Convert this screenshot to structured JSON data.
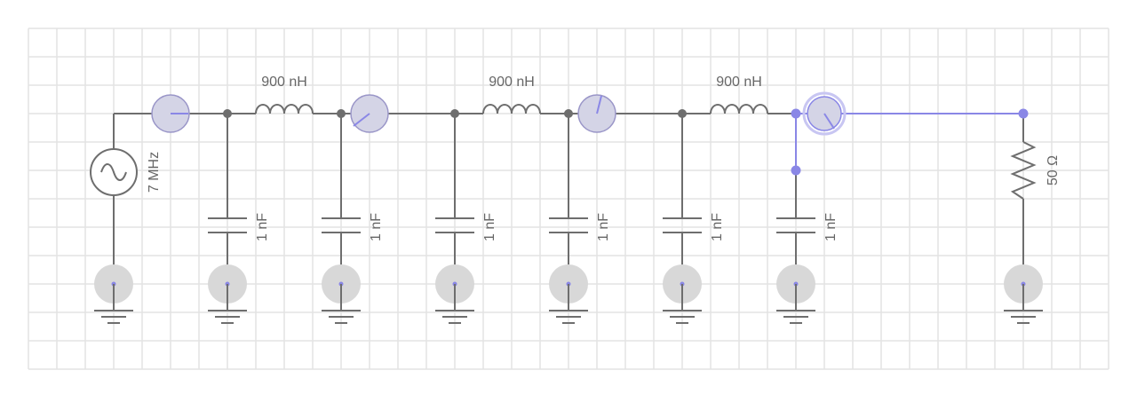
{
  "colors": {
    "background": "#ffffff",
    "grid": "#e3e3e3",
    "wire": "#6e6e6e",
    "wire_active": "#8a87e6",
    "node": "#6e6e6e",
    "node_active": "#8a87e6",
    "probe_fill": "#d8d8d8",
    "meter_fill": "#d4d4e6",
    "meter_stroke": "#9a96c8",
    "label": "#666666"
  },
  "source": {
    "label": "7 MHz",
    "icon": "ac-sine-icon"
  },
  "inductors": [
    {
      "label": "900 nH"
    },
    {
      "label": "900 nH"
    },
    {
      "label": "900 nH"
    }
  ],
  "capacitors": [
    {
      "label": "1 nF"
    },
    {
      "label": "1 nF"
    },
    {
      "label": "1 nF"
    },
    {
      "label": "1 nF"
    },
    {
      "label": "1 nF"
    },
    {
      "label": "1 nF"
    }
  ],
  "load": {
    "label": "50 Ω",
    "icon": "resistor-icon"
  },
  "meters": {
    "count": 4,
    "icon": "meter-icon"
  },
  "grounds": {
    "count": 8,
    "icon": "ground-icon"
  }
}
